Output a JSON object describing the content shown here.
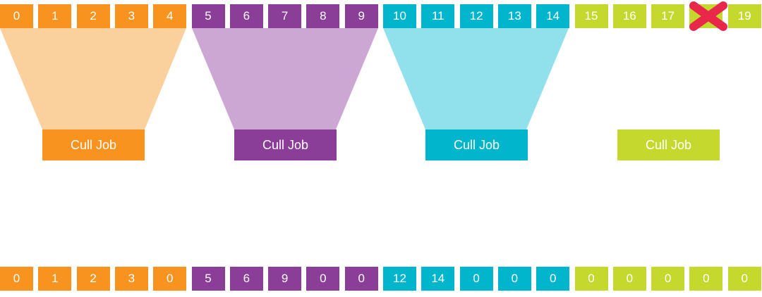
{
  "colors": {
    "orange": "#f7931e",
    "purple": "#8b3e98",
    "cyan": "#00b5cc",
    "lime": "#c4d82e",
    "orange_light": "#fad19c",
    "purple_light": "#cda7d3",
    "cyan_light": "#91e1ec",
    "cross_red": "#e8274b"
  },
  "input_row": [
    {
      "label": "0",
      "color": "orange"
    },
    {
      "label": "1",
      "color": "orange"
    },
    {
      "label": "2",
      "color": "orange"
    },
    {
      "label": "3",
      "color": "orange"
    },
    {
      "label": "4",
      "color": "orange"
    },
    {
      "label": "5",
      "color": "purple"
    },
    {
      "label": "6",
      "color": "purple"
    },
    {
      "label": "7",
      "color": "purple"
    },
    {
      "label": "8",
      "color": "purple"
    },
    {
      "label": "9",
      "color": "purple"
    },
    {
      "label": "10",
      "color": "cyan"
    },
    {
      "label": "11",
      "color": "cyan"
    },
    {
      "label": "12",
      "color": "cyan"
    },
    {
      "label": "13",
      "color": "cyan"
    },
    {
      "label": "14",
      "color": "cyan"
    },
    {
      "label": "15",
      "color": "lime"
    },
    {
      "label": "16",
      "color": "lime"
    },
    {
      "label": "17",
      "color": "lime"
    },
    {
      "label": "",
      "color": "lime",
      "crossed": true
    },
    {
      "label": "19",
      "color": "lime"
    }
  ],
  "output_row": [
    {
      "label": "0",
      "color": "orange"
    },
    {
      "label": "1",
      "color": "orange"
    },
    {
      "label": "2",
      "color": "orange"
    },
    {
      "label": "3",
      "color": "orange"
    },
    {
      "label": "0",
      "color": "orange"
    },
    {
      "label": "5",
      "color": "purple"
    },
    {
      "label": "6",
      "color": "purple"
    },
    {
      "label": "9",
      "color": "purple"
    },
    {
      "label": "0",
      "color": "purple"
    },
    {
      "label": "0",
      "color": "purple"
    },
    {
      "label": "12",
      "color": "cyan"
    },
    {
      "label": "14",
      "color": "cyan"
    },
    {
      "label": "0",
      "color": "cyan"
    },
    {
      "label": "0",
      "color": "cyan"
    },
    {
      "label": "0",
      "color": "cyan"
    },
    {
      "label": "0",
      "color": "lime"
    },
    {
      "label": "0",
      "color": "lime"
    },
    {
      "label": "0",
      "color": "lime"
    },
    {
      "label": "0",
      "color": "lime"
    },
    {
      "label": "0",
      "color": "lime"
    }
  ],
  "jobs": [
    {
      "label": "Cull Job",
      "color": "orange"
    },
    {
      "label": "Cull Job",
      "color": "purple"
    },
    {
      "label": "Cull Job",
      "color": "cyan"
    },
    {
      "label": "Cull Job",
      "color": "lime"
    }
  ]
}
